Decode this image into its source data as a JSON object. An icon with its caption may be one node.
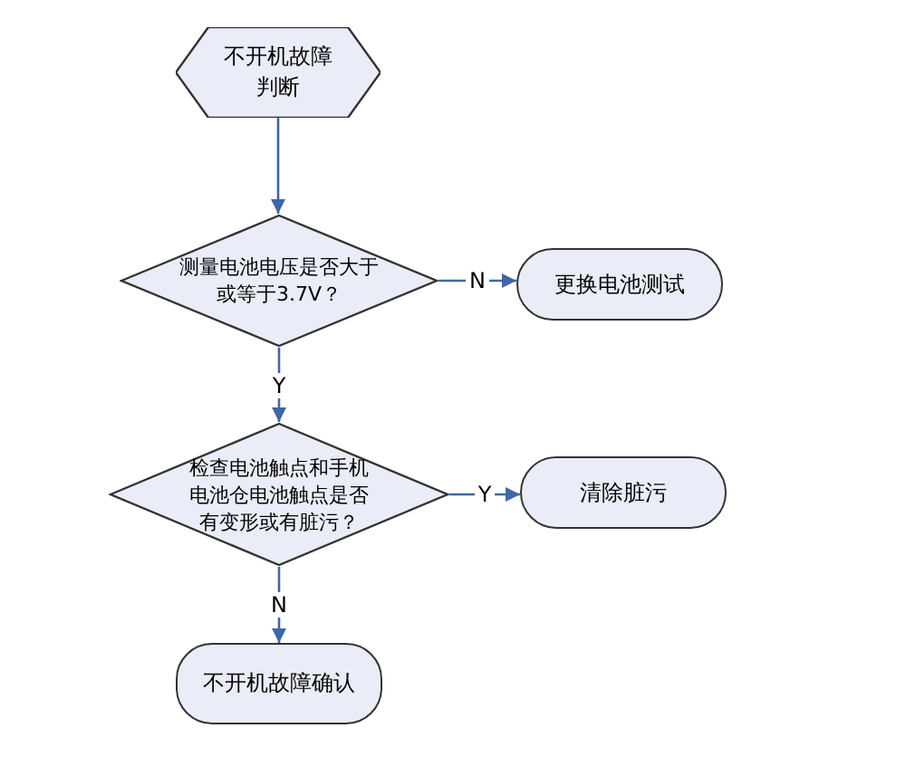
{
  "diagram": {
    "nodes": [
      {
        "text": [
          "不开机故障判断"
        ]
      },
      {
        "text": [
          "测量电池电压是否大于或等于3.7V？"
        ]
      },
      {
        "text": [
          "更换电池测试"
        ]
      },
      {
        "text": [
          "检查电池触点和手机电池仓电池触点是否有变形或有脏污？"
        ]
      },
      {
        "text": [
          "清除脏污"
        ]
      },
      {
        "text": [
          "不开机故障确认"
        ]
      }
    ],
    "edges": [
      {
        "from": 0,
        "to": 1,
        "arrow": "to"
      },
      {
        "from": 1,
        "to": 2,
        "arrow": "to",
        "label": "N"
      },
      {
        "from": 1,
        "to": 3,
        "arrow": "to",
        "label": "Y"
      },
      {
        "from": 3,
        "to": 4,
        "arrow": "to",
        "label": "Y"
      },
      {
        "from": 3,
        "to": 5,
        "arrow": "to",
        "label": "N"
      }
    ]
  }
}
